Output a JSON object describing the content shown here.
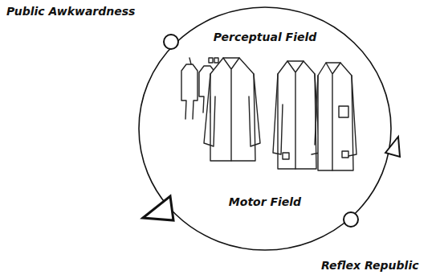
{
  "diagram": {
    "nodes": [
      {
        "text": [
          "Perceptual Field",
          "Motor Field"
        ]
      }
    ],
    "labels": [
      "Public Awkwardness",
      "Reflex Republic"
    ]
  }
}
